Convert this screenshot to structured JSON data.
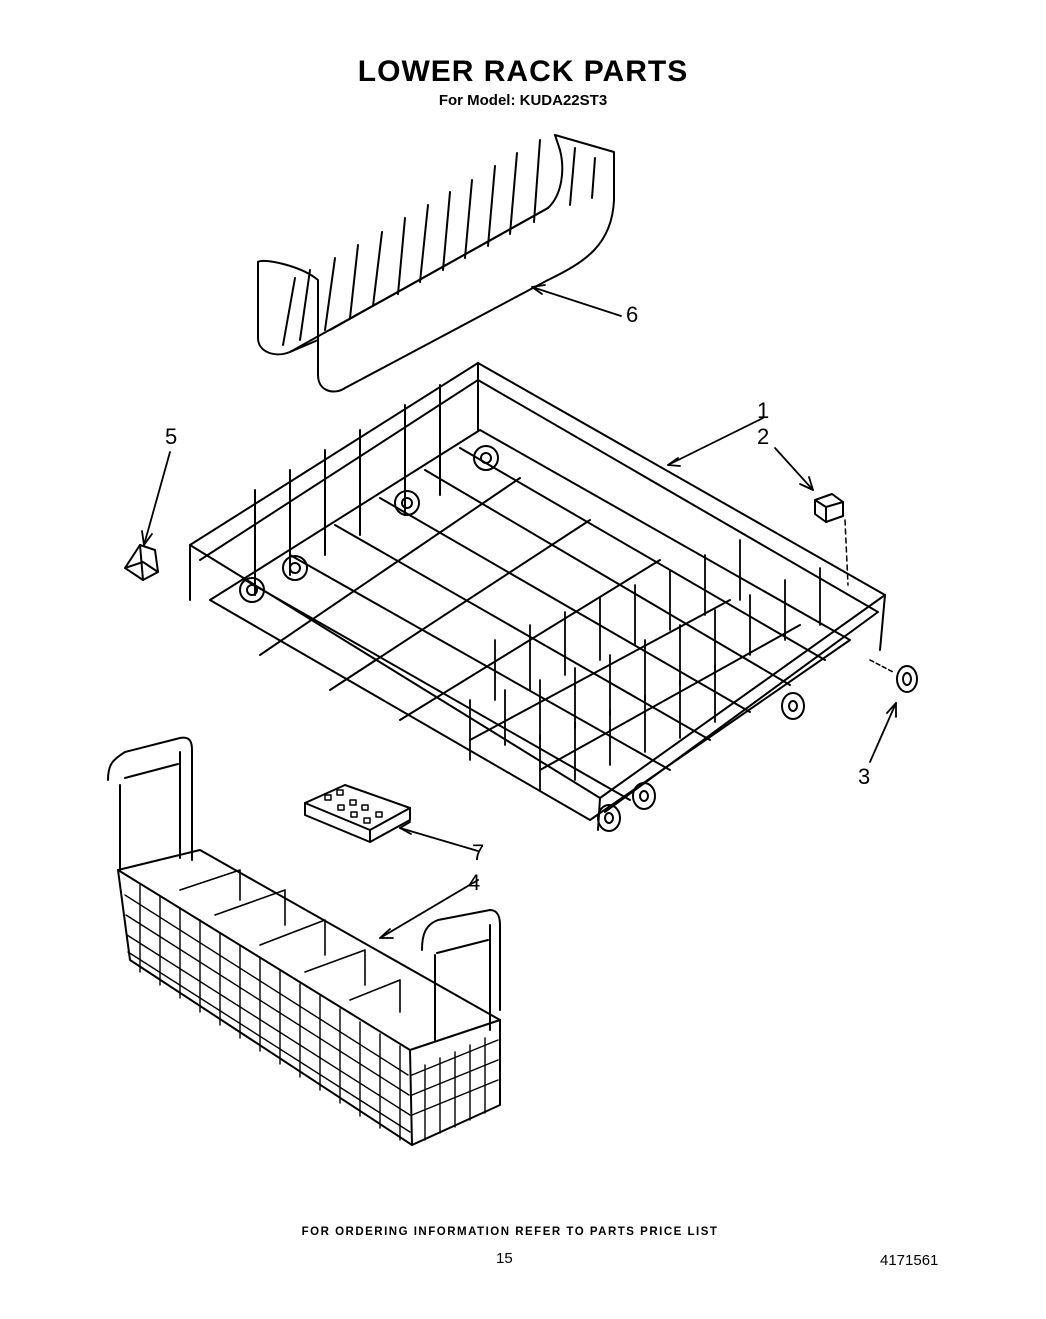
{
  "title": "LOWER RACK PARTS",
  "subtitle": "For Model: KUDA22ST3",
  "footer": "FOR ORDERING INFORMATION REFER TO PARTS PRICE LIST",
  "page_number": "15",
  "document_number": "4171561",
  "callouts": [
    "1",
    "2",
    "3",
    "4",
    "5",
    "6",
    "7"
  ]
}
